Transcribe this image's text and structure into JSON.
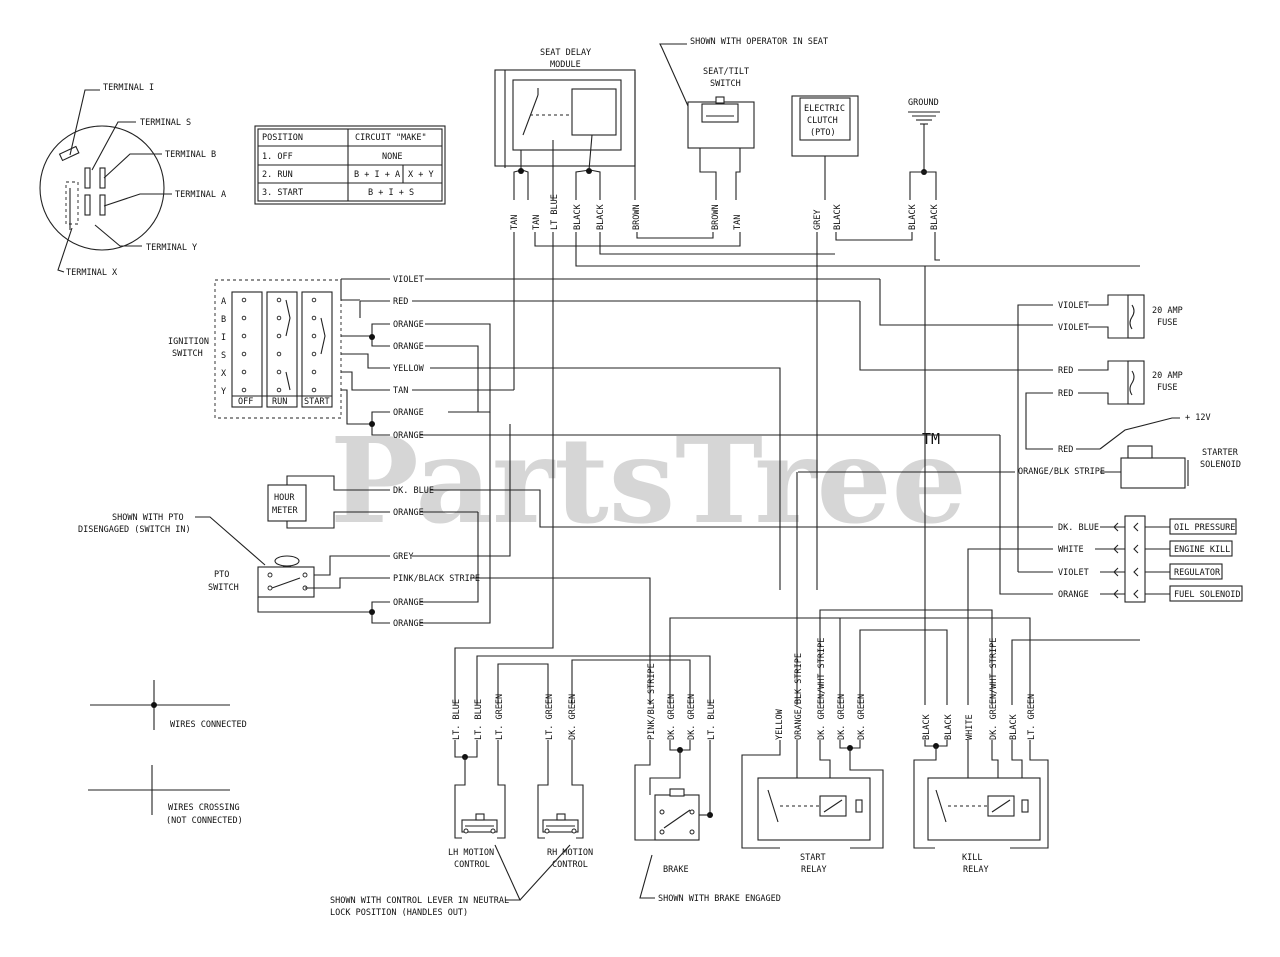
{
  "watermark": {
    "text": "PartsTree",
    "tm": "TM"
  },
  "ignition_key": {
    "terminals": [
      "TERMINAL I",
      "TERMINAL S",
      "TERMINAL B",
      "TERMINAL A",
      "TERMINAL Y",
      "TERMINAL X"
    ]
  },
  "circuit_table": {
    "headers": [
      "POSITION",
      "CIRCUIT \"MAKE\""
    ],
    "rows": [
      {
        "position": "1. OFF",
        "make": "NONE"
      },
      {
        "position": "2. RUN",
        "make": "B + I + A",
        "make2": "X + Y"
      },
      {
        "position": "3. START",
        "make": "B + I + S"
      }
    ]
  },
  "ignition_switch": {
    "label_line1": "IGNITION",
    "label_line2": "SWITCH",
    "rows": [
      "A",
      "B",
      "I",
      "S",
      "X",
      "Y"
    ],
    "columns": [
      "OFF",
      "RUN",
      "START"
    ]
  },
  "seat_delay": {
    "line1": "SEAT DELAY",
    "line2": "MODULE"
  },
  "seat_switch": {
    "line1": "SEAT/TILT",
    "line2": "SWITCH",
    "note": "SHOWN WITH OPERATOR IN SEAT"
  },
  "clutch": {
    "line1": "ELECTRIC",
    "line2": "CLUTCH",
    "line3": "(PTO)"
  },
  "ground": "GROUND",
  "top_wires": [
    "TAN",
    "TAN",
    "LT BLUE",
    "BLACK",
    "BLACK",
    "BROWN",
    "BROWN",
    "TAN",
    "GREY",
    "BLACK",
    "BLACK",
    "BLACK"
  ],
  "ignition_wires": [
    "VIOLET",
    "RED",
    "ORANGE",
    "ORANGE",
    "YELLOW",
    "TAN",
    "ORANGE",
    "ORANGE"
  ],
  "hour_meter": {
    "line1": "HOUR",
    "line2": "METER"
  },
  "meter_wires": [
    "DK. BLUE",
    "ORANGE"
  ],
  "pto_switch": {
    "line1": "PTO",
    "line2": "SWITCH",
    "note_line1": "SHOWN WITH PTO",
    "note_line2": "DISENGAGED (SWITCH IN)"
  },
  "pto_wires": [
    "GREY",
    "PINK/BLACK STRIPE",
    "ORANGE",
    "ORANGE"
  ],
  "fuses": [
    {
      "wires": [
        "VIOLET",
        "VIOLET"
      ],
      "line1": "20 AMP",
      "line2": "FUSE"
    },
    {
      "wires": [
        "RED",
        "RED"
      ],
      "line1": "20 AMP",
      "line2": "FUSE"
    }
  ],
  "starter": {
    "wire1": "RED",
    "wire2": "ORANGE/BLK STRIPE",
    "plus": "+ 12V",
    "line1": "STARTER",
    "line2": "SOLENOID"
  },
  "engine_connector": {
    "wires": [
      "DK. BLUE",
      "WHITE",
      "VIOLET",
      "ORANGE"
    ],
    "labels": [
      "OIL PRESSURE",
      "ENGINE KILL",
      "REGULATOR",
      "FUEL SOLENOID"
    ]
  },
  "bottom_wires": {
    "motion": [
      "LT. BLUE",
      "LT. BLUE",
      "LT. GREEN",
      "LT. GREEN",
      "DK. GREEN"
    ],
    "brake": [
      "PINK/BLK STRIPE",
      "DK. GREEN",
      "DK. GREEN",
      "LT. BLUE"
    ],
    "start_relay": [
      "YELLOW",
      "ORANGE/BLK STRIPE",
      "DK. GREEN/WHT STRIPE",
      "DK. GREEN",
      "DK. GREEN"
    ],
    "kill_relay": [
      "BLACK",
      "BLACK",
      "WHITE",
      "DK. GREEN/WHT STRIPE",
      "BLACK",
      "LT. GREEN"
    ]
  },
  "lh_motion": {
    "line1": "LH MOTION",
    "line2": "CONTROL"
  },
  "rh_motion": {
    "line1": "RH MOTION",
    "line2": "CONTROL"
  },
  "brake": {
    "label": "BRAKE",
    "note": "SHOWN WITH BRAKE ENGAGED"
  },
  "start_relay": {
    "line1": "START",
    "line2": "RELAY"
  },
  "kill_relay": {
    "line1": "KILL",
    "line2": "RELAY"
  },
  "motion_note": {
    "line1": "SHOWN WITH CONTROL LEVER IN NEUTRAL",
    "line2": "LOCK POSITION (HANDLES OUT)"
  },
  "legend": {
    "connected": "WIRES CONNECTED",
    "crossing_line1": "WIRES CROSSING",
    "crossing_line2": "(NOT CONNECTED)"
  }
}
